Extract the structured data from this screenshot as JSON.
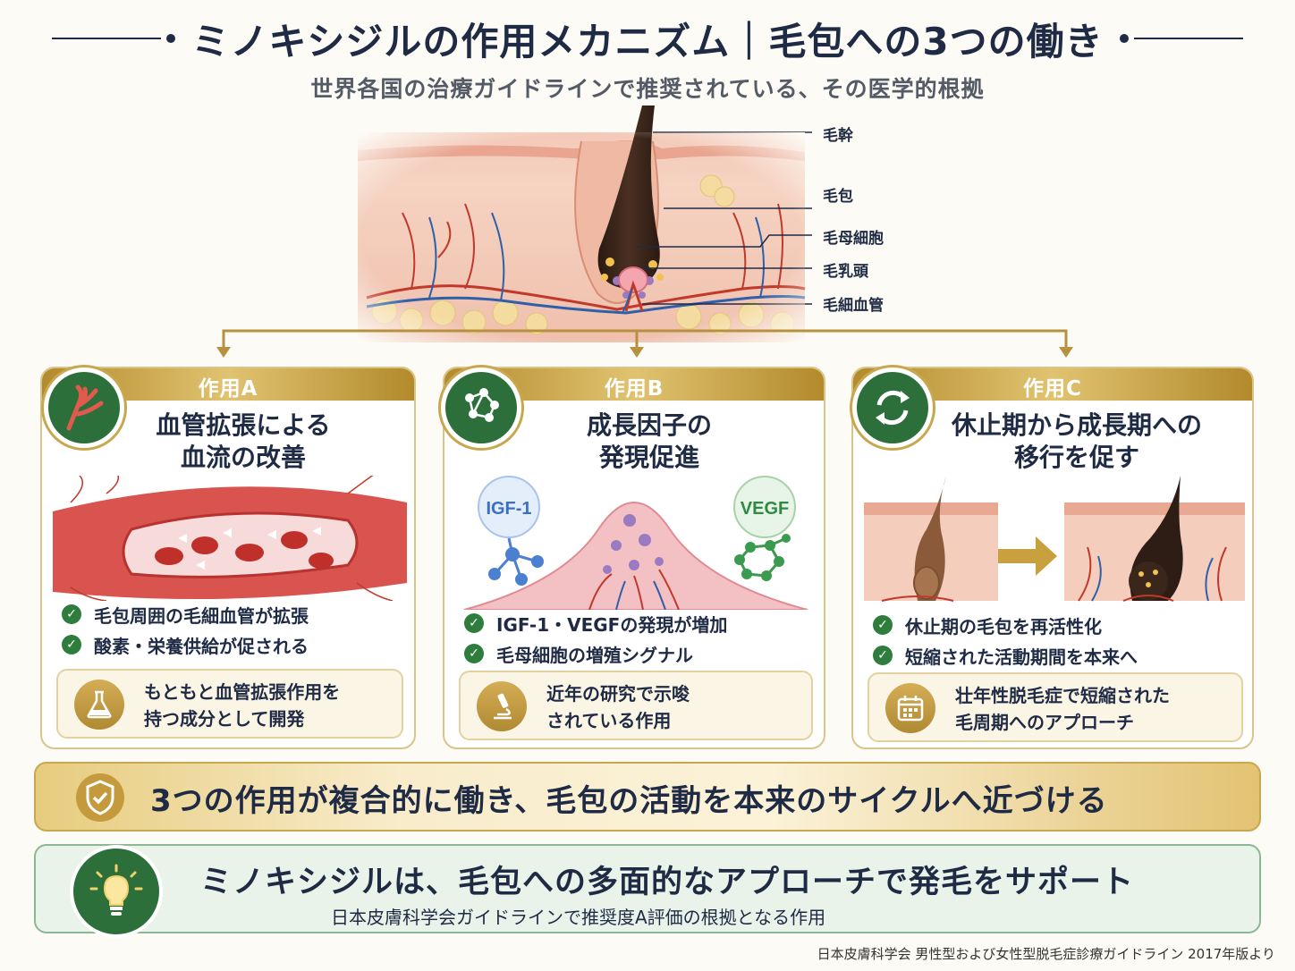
{
  "header": {
    "title": "ミノキシジルの作用メカニズム｜毛包への3つの働き",
    "subtitle": "世界各国の治療ガイドラインで推奨されている、その医学的根拠"
  },
  "hero": {
    "labels": [
      "毛幹",
      "毛包",
      "毛母細胞",
      "毛乳頭",
      "毛細血管"
    ]
  },
  "cards": [
    {
      "tag": "作用A",
      "heading_lines": [
        "血管拡張による",
        "血流の改善"
      ],
      "bullets": [
        "毛包周囲の毛細血管が拡張",
        "酸素・栄養供給が促される"
      ],
      "note_lines": [
        "もともと血管拡張作用を",
        "持つ成分として開発"
      ],
      "icon": "blood-vessel-icon",
      "note_icon": "flask-icon"
    },
    {
      "tag": "作用B",
      "heading_lines": [
        "成長因子の",
        "発現促進"
      ],
      "bullets": [
        "IGF-1・VEGFの発現が増加",
        "毛母細胞の増殖シグナル"
      ],
      "note_lines": [
        "近年の研究で示唆",
        "されている作用"
      ],
      "molecules": [
        "IGF-1",
        "VEGF"
      ],
      "icon": "molecule-icon",
      "note_icon": "microscope-icon"
    },
    {
      "tag": "作用C",
      "heading_lines": [
        "休止期から成長期への",
        "移行を促す"
      ],
      "bullets": [
        "休止期の毛包を再活性化",
        "短縮された活動期間を本来へ"
      ],
      "note_lines": [
        "壮年性脱毛症で短縮された",
        "毛周期へのアプローチ"
      ],
      "icon": "cycle-arrows-icon",
      "note_icon": "calendar-icon"
    }
  ],
  "summary": {
    "text": "3つの作用が複合的に働き、毛包の活動を本来のサイクルへ近づける",
    "icon": "shield-check-icon"
  },
  "conclusion": {
    "main": "ミノキシジルは、毛包への多面的なアプローチで発毛をサポート",
    "sub": "日本皮膚科学会ガイドラインで推奨度A評価の根拠となる作用",
    "icon": "lightbulb-icon"
  },
  "source": "日本皮膚科学会 男性型および女性型脱毛症診療ガイドライン 2017年版より",
  "colors": {
    "navy": "#1f2a44",
    "gold": "#c9a74f",
    "green": "#2d6f3b",
    "red": "#c0392b"
  }
}
